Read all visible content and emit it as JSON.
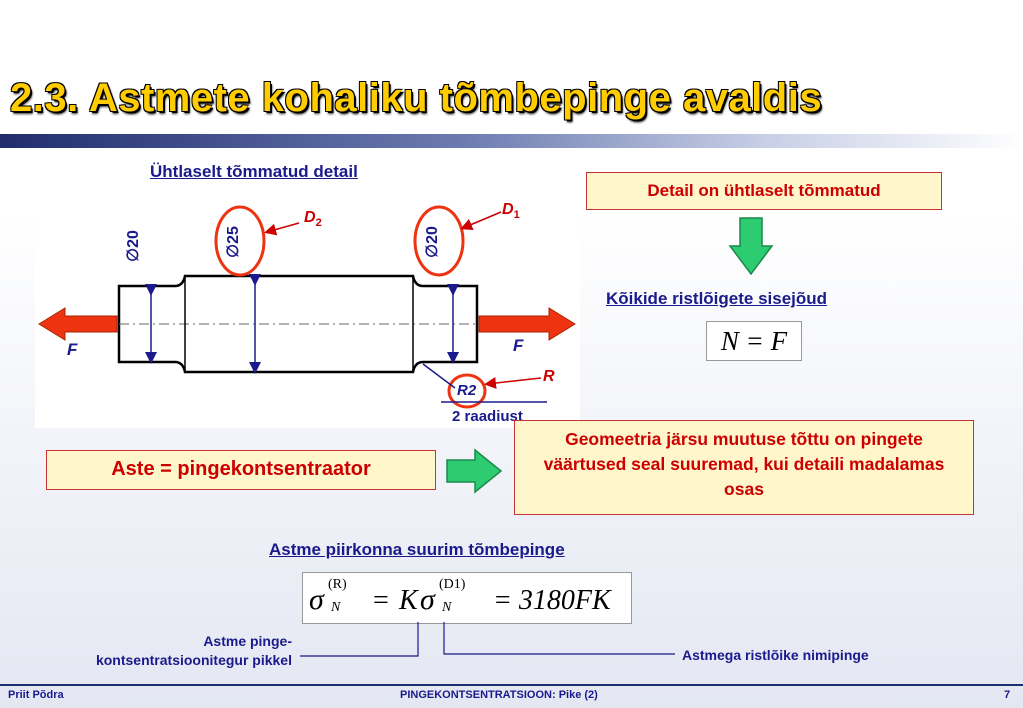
{
  "slide": {
    "title": "2.3. Astmete kohaliku tõmbepinge avaldis"
  },
  "diagram": {
    "caption": "Ühtlaselt tõmmatud detail",
    "dim_left": "∅20",
    "dim_mid": "∅25",
    "dim_right": "∅20",
    "label_d2": "D",
    "label_d2_sub": "2",
    "label_d1": "D",
    "label_d1_sub": "1",
    "label_f_left": "F",
    "label_f_right": "F",
    "label_r": "R",
    "label_r2": "R2",
    "radius_text": "2 raadiust"
  },
  "right_panel": {
    "statement_box": "Detail on ühtlaselt tõmmatud",
    "sisejoud_caption": "Kõikide ristlõigete sisejõud",
    "equation_nf": "N = F"
  },
  "middle": {
    "aste_box": "Aste = pingekontsentraator",
    "geometry_box": "Geomeetria järsu muutuse tõttu on pingete väärtused seal suuremad, kui detaili madalamas osas"
  },
  "bottom": {
    "caption": "Astme piirkonna suurim tõmbepinge",
    "equation_parts": {
      "sigma": "σ",
      "sup_r": "(R)",
      "sub_n": "N",
      "eq": "=",
      "k": "K",
      "sup_d1": "(D1)",
      "rhs": "= 3180FK"
    },
    "note_left_line1": "Astme pinge-",
    "note_left_line2": "kontsentratsioonitegur pikkel",
    "note_right": "Astmega ristlõike nimipinge"
  },
  "footer": {
    "author": "Priit Põdra",
    "center": "PINGEKONTSENTRATSIOON: Pike (2)",
    "page": "7"
  },
  "colors": {
    "title": "#ffcc00",
    "accent_red": "#cc0000",
    "arrow_green": "#2ecc71",
    "navy": "#1a1a8c",
    "box_fill": "#fff6cc"
  }
}
